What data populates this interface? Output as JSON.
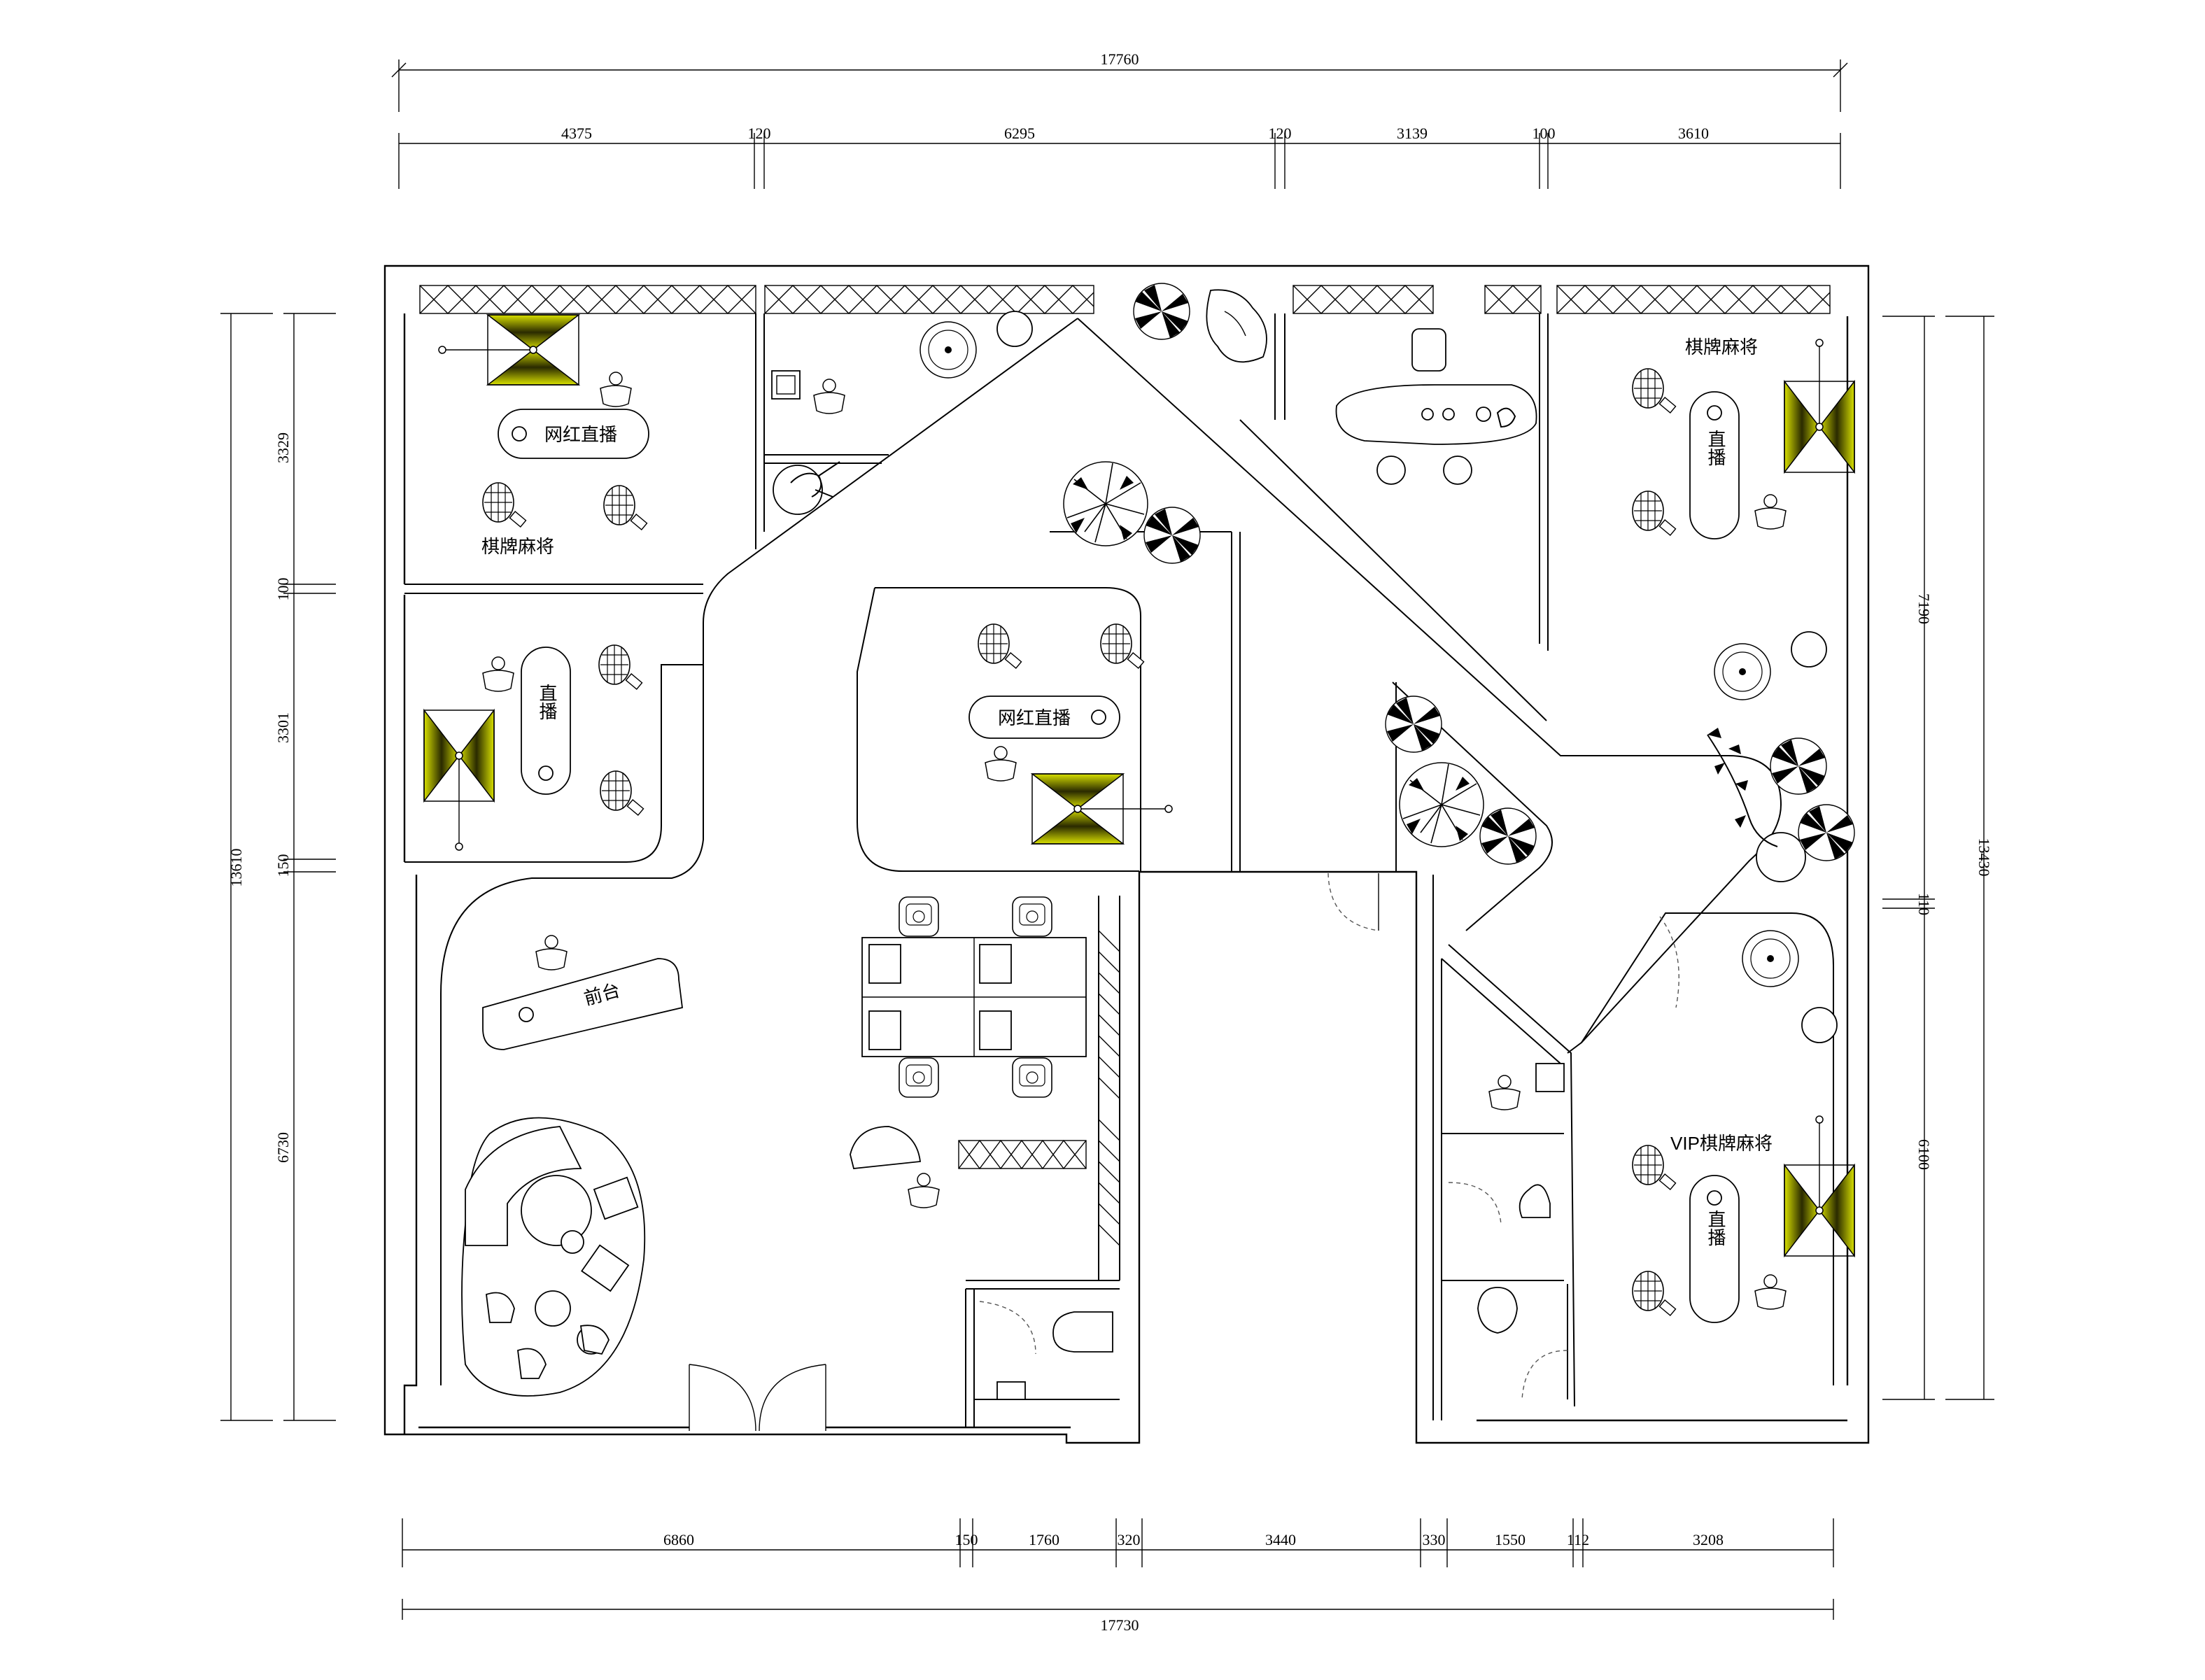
{
  "dimensions": {
    "top_total": "17760",
    "top_segments": [
      "4375",
      "120",
      "6295",
      "120",
      "3139",
      "100",
      "3610"
    ],
    "bottom_segments": [
      "6860",
      "150",
      "1760",
      "320",
      "3440",
      "330",
      "1550",
      "112",
      "3208"
    ],
    "bottom_total": "17730",
    "left_total": "13610",
    "left_segments": [
      "3329",
      "100",
      "3301",
      "150",
      "6730"
    ],
    "right_total": "13430",
    "right_segments": [
      "7190",
      "110",
      "6100"
    ]
  },
  "rooms": {
    "top_left_desk": "网红直播",
    "top_left_label": "棋牌麻将",
    "left_mid_desk": "直播",
    "center_desk": "网红直播",
    "reception": "前台",
    "top_right_label": "棋牌麻将",
    "top_right_desk": "直播",
    "bottom_right_label": "VIP棋牌麻将",
    "bottom_right_desk": "直播"
  },
  "colors": {
    "light_yellow": "#d8e000",
    "light_dark": "#2a2a00",
    "line": "#000000",
    "background": "#ffffff"
  },
  "icons": [
    "pendant-lamp-icon",
    "chair-icon",
    "plant-icon",
    "person-icon",
    "table-icon",
    "sink-icon",
    "toilet-icon",
    "door-icon",
    "sofa-icon"
  ]
}
